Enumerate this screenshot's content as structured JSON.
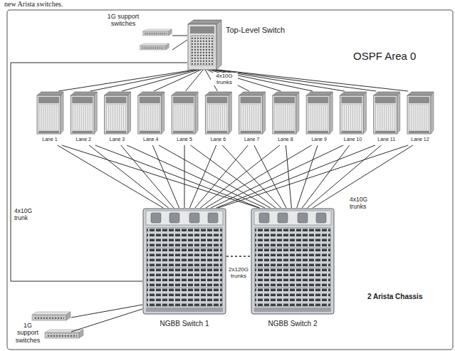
{
  "diagram": {
    "nodes": [
      {
        "text": [
          "1G support switches"
        ]
      },
      {
        "text": [
          "Top-Level Switch"
        ]
      },
      {
        "text": [
          "Lane 1"
        ]
      },
      {
        "text": [
          "Lane 2"
        ]
      },
      {
        "text": [
          "Lane 3"
        ]
      },
      {
        "text": [
          "Lane 4"
        ]
      },
      {
        "text": [
          "Lane 5"
        ]
      },
      {
        "text": [
          "Lane 6"
        ]
      },
      {
        "text": [
          "Lane 7"
        ]
      },
      {
        "text": [
          "Lane 8"
        ]
      },
      {
        "text": [
          "Lane 9"
        ]
      },
      {
        "text": [
          "Lane 10"
        ]
      },
      {
        "text": [
          "Lane 11"
        ]
      },
      {
        "text": [
          "Lane 12"
        ]
      },
      {
        "text": [
          "NGBB Switch 1"
        ]
      },
      {
        "text": [
          "NGBB Switch 2"
        ]
      },
      {
        "text": [
          "1G support switches"
        ]
      }
    ],
    "edges": [
      {
        "from": 0,
        "to": 1,
        "arrow": "none"
      },
      {
        "from": 1,
        "to": 2,
        "arrow": "none"
      },
      {
        "from": 1,
        "to": 3,
        "arrow": "none"
      },
      {
        "from": 1,
        "to": 4,
        "arrow": "none"
      },
      {
        "from": 1,
        "to": 5,
        "arrow": "none"
      },
      {
        "from": 1,
        "to": 6,
        "arrow": "none"
      },
      {
        "from": 1,
        "to": 7,
        "arrow": "none"
      },
      {
        "from": 1,
        "to": 8,
        "arrow": "none"
      },
      {
        "from": 1,
        "to": 9,
        "arrow": "none"
      },
      {
        "from": 1,
        "to": 10,
        "arrow": "none"
      },
      {
        "from": 1,
        "to": 11,
        "arrow": "none"
      },
      {
        "from": 1,
        "to": 12,
        "arrow": "none"
      },
      {
        "from": 1,
        "to": 13,
        "arrow": "none"
      },
      {
        "from": 2,
        "to": 14,
        "arrow": "none"
      },
      {
        "from": 3,
        "to": 14,
        "arrow": "none"
      },
      {
        "from": 4,
        "to": 14,
        "arrow": "none"
      },
      {
        "from": 5,
        "to": 14,
        "arrow": "none"
      },
      {
        "from": 6,
        "to": 14,
        "arrow": "none"
      },
      {
        "from": 7,
        "to": 14,
        "arrow": "none"
      },
      {
        "from": 8,
        "to": 14,
        "arrow": "none"
      },
      {
        "from": 9,
        "to": 14,
        "arrow": "none"
      },
      {
        "from": 10,
        "to": 14,
        "arrow": "none"
      },
      {
        "from": 11,
        "to": 14,
        "arrow": "none"
      },
      {
        "from": 12,
        "to": 14,
        "arrow": "none"
      },
      {
        "from": 13,
        "to": 14,
        "arrow": "none"
      },
      {
        "from": 2,
        "to": 15,
        "arrow": "none"
      },
      {
        "from": 3,
        "to": 15,
        "arrow": "none"
      },
      {
        "from": 4,
        "to": 15,
        "arrow": "none"
      },
      {
        "from": 5,
        "to": 15,
        "arrow": "none"
      },
      {
        "from": 6,
        "to": 15,
        "arrow": "none"
      },
      {
        "from": 7,
        "to": 15,
        "arrow": "none"
      },
      {
        "from": 8,
        "to": 15,
        "arrow": "none"
      },
      {
        "from": 9,
        "to": 15,
        "arrow": "none"
      },
      {
        "from": 10,
        "to": 15,
        "arrow": "none"
      },
      {
        "from": 11,
        "to": 15,
        "arrow": "none"
      },
      {
        "from": 12,
        "to": 15,
        "arrow": "none"
      },
      {
        "from": 13,
        "to": 15,
        "arrow": "none"
      },
      {
        "from": 1,
        "to": 14,
        "label": "4x10G trunk",
        "arrow": "none"
      },
      {
        "from": 14,
        "to": 15,
        "label": "2x120G trunks",
        "arrow": "none"
      },
      {
        "from": 16,
        "to": 14,
        "arrow": "none"
      }
    ],
    "labels": [
      "new Arista switches.",
      "OSPF Area 0",
      "4x10G trunks",
      "4x10G trunks",
      "2 Arista Chassis"
    ]
  }
}
